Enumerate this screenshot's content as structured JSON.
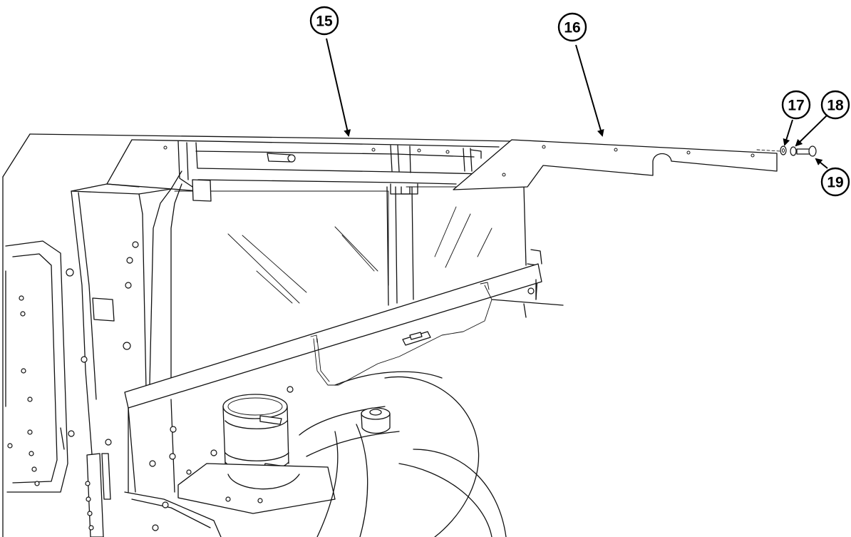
{
  "callouts": [
    {
      "id": "15",
      "label": "15"
    },
    {
      "id": "16",
      "label": "16"
    },
    {
      "id": "17",
      "label": "17"
    },
    {
      "id": "18",
      "label": "18"
    },
    {
      "id": "19",
      "label": "19"
    }
  ]
}
